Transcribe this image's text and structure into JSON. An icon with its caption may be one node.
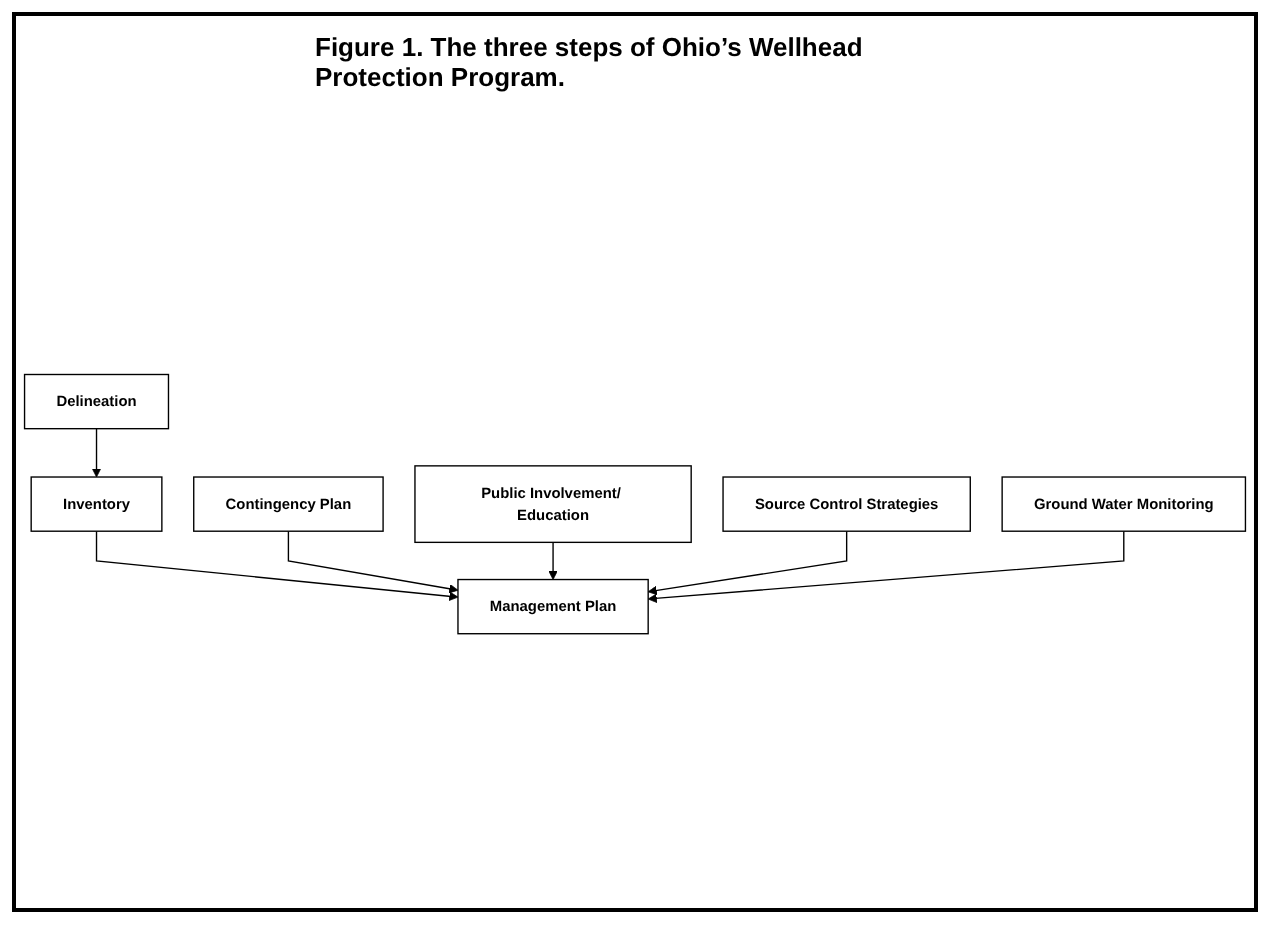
{
  "diagram": {
    "title": "Figure 1. The three steps of Ohio’s Wellhead Protection Program.",
    "nodes": [
      {
        "text": [
          "Delineation"
        ]
      },
      {
        "text": [
          "Inventory"
        ]
      },
      {
        "text": [
          "Management Plan"
        ]
      },
      {
        "text": [
          "Contingency Plan"
        ]
      },
      {
        "text": [
          "Source Control Strategies"
        ]
      },
      {
        "text": [
          "Public Involvement/ Education"
        ]
      },
      {
        "text": [
          "Ground Water Monitoring"
        ]
      }
    ],
    "edges": [
      {
        "from": 0,
        "to": 1,
        "arrow": "to"
      },
      {
        "from": 1,
        "to": 2,
        "arrow": "to"
      },
      {
        "from": 3,
        "to": 2,
        "arrow": "to"
      },
      {
        "from": 5,
        "to": 2,
        "arrow": "to"
      },
      {
        "from": 4,
        "to": 2,
        "arrow": "to"
      },
      {
        "from": 6,
        "to": 2,
        "arrow": "to"
      }
    ]
  }
}
